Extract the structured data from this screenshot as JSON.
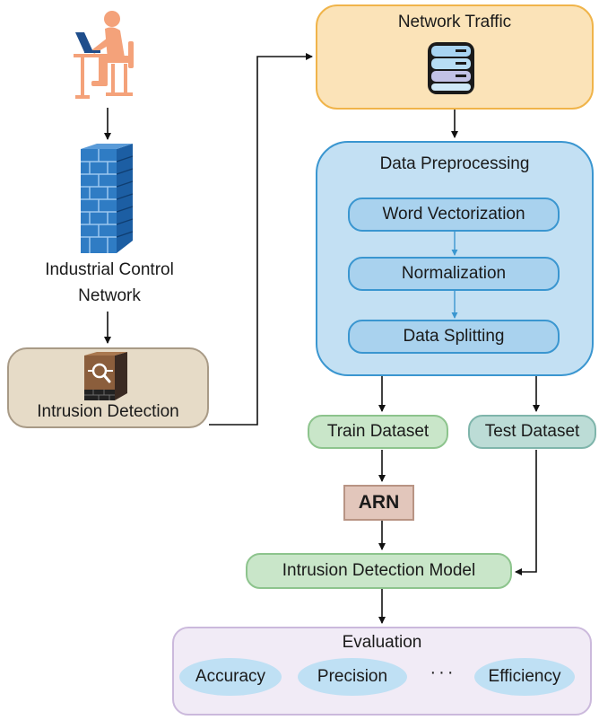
{
  "network_traffic": {
    "title": "Network Traffic"
  },
  "preprocessing": {
    "title": "Data Preprocessing",
    "steps": [
      "Word Vectorization",
      "Normalization",
      "Data Splitting"
    ]
  },
  "datasets": {
    "train": "Train Dataset",
    "test": "Test Dataset"
  },
  "arn": {
    "label": "ARN"
  },
  "model": {
    "label": "Intrusion Detection Model"
  },
  "evaluation": {
    "title": "Evaluation",
    "metrics": [
      "Accuracy",
      "Precision",
      "Efficiency"
    ],
    "ellipsis": "···"
  },
  "left_column": {
    "network_label_line1": "Industrial Control",
    "network_label_line2": "Network",
    "ids_label": "Intrusion Detection"
  },
  "colors": {
    "traffic": "#fbe3b8",
    "preprocessing": "#c3e0f3",
    "dataset_train": "#c9e6c9",
    "dataset_test": "#bcdcd6",
    "arn": "#e2c6bb",
    "evaluation": "#f1ebf6",
    "ids": "#e6dbc7",
    "person": "#f4a27a",
    "firewall": "#2f7cc4"
  },
  "icons": [
    "person-at-computer-icon",
    "firewall-icon",
    "database-icon",
    "intrusion-detection-icon"
  ]
}
